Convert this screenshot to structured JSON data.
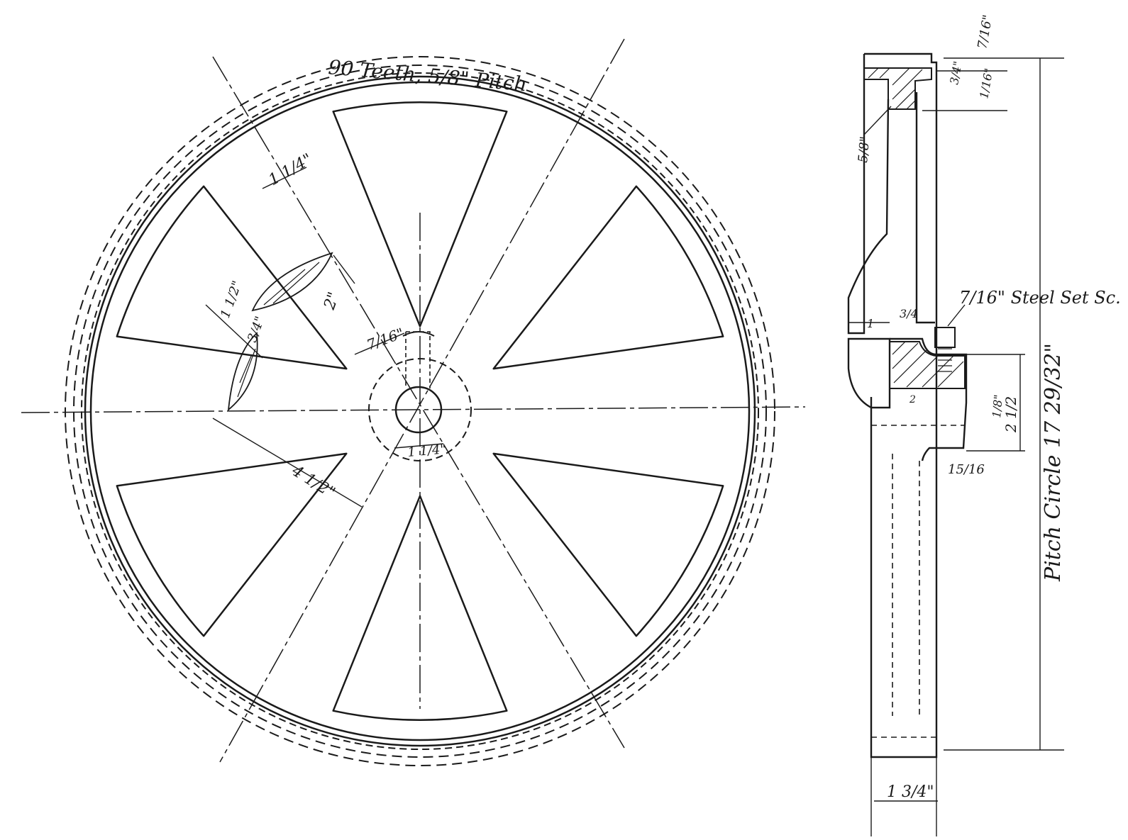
{
  "front_view": {
    "gear_label": "90 Teeth, 5/8\" Pitch",
    "spoke_width_at_rim": "1 1/4\"",
    "spoke_thickness": "2\"",
    "spoke_section_width": "1 1/2\"",
    "spoke_section_rib": "3/4\"",
    "spoke_width_at_hub": "4 1/2\"",
    "keyway_depth": "7/16\"",
    "bore": "1 1/4\""
  },
  "side_view": {
    "rim_top_dim": "7/16\"",
    "rim_inner_dim": "1/16\"",
    "rim_taper": "3/4\"",
    "web_thickness": "5/8\"",
    "hub_offset_left": "1",
    "hub_offset_right": "3/4",
    "set_screw": "7/16\" Steel Set Sc.",
    "hub_length": "2",
    "hub_recess": "1/8\"",
    "hub_diameter": "2 1/2",
    "hub_step": "15/16",
    "face_width": "1 3/4\"",
    "pitch_circle": "Pitch Circle 17 29/32\""
  }
}
